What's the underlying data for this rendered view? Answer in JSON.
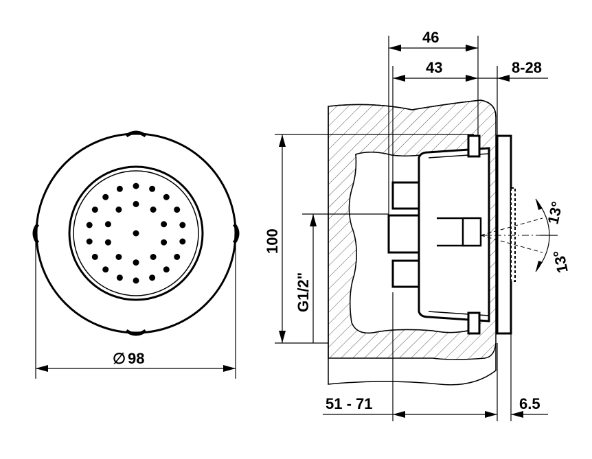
{
  "front_view": {
    "diameter_symbol": "∅",
    "diameter_value": "98",
    "nozzle_rings": [
      {
        "count": 18,
        "radius_fraction": 0.84
      },
      {
        "count": 10,
        "radius_fraction": 0.52
      },
      {
        "count": 1,
        "radius_fraction": 0.0
      }
    ]
  },
  "side_view": {
    "dim_overall_depth": "46",
    "dim_body_depth": "43",
    "dim_wall_range": "8-28",
    "dim_height": "100",
    "dim_thread": "G1/2\"",
    "dim_angle_top": "13°",
    "dim_angle_bottom": "13°",
    "dim_install_range": "51 - 71",
    "dim_face_thickness": "6.5"
  },
  "colors": {
    "line": "#000000",
    "hatch": "#555555",
    "background": "#ffffff"
  }
}
